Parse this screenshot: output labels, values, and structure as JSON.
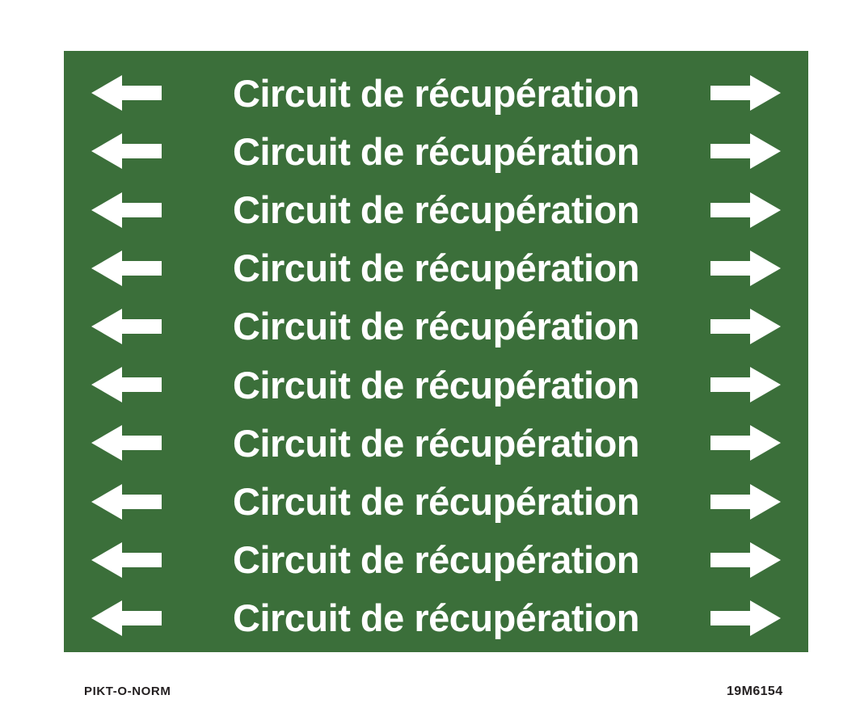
{
  "sheet": {
    "marker_text": "Circuit de récupération",
    "row_count": 10
  },
  "rows": [
    {
      "label": "Circuit de récupération"
    },
    {
      "label": "Circuit de récupération"
    },
    {
      "label": "Circuit de récupération"
    },
    {
      "label": "Circuit de récupération"
    },
    {
      "label": "Circuit de récupération"
    },
    {
      "label": "Circuit de récupération"
    },
    {
      "label": "Circuit de récupération"
    },
    {
      "label": "Circuit de récupération"
    },
    {
      "label": "Circuit de récupération"
    },
    {
      "label": "Circuit de récupération"
    }
  ],
  "footer": {
    "brand": "PIKT-O-NORM",
    "code": "19M6154"
  },
  "icons": {
    "left_arrow": "⬅",
    "right_arrow": "➡"
  },
  "colors": {
    "panel_green": "#3B6F3A",
    "marker_text": "#FFFFFF",
    "arrow": "#FFFFFF",
    "footer_text": "#231F20",
    "page_background": "#FFFFFF"
  }
}
